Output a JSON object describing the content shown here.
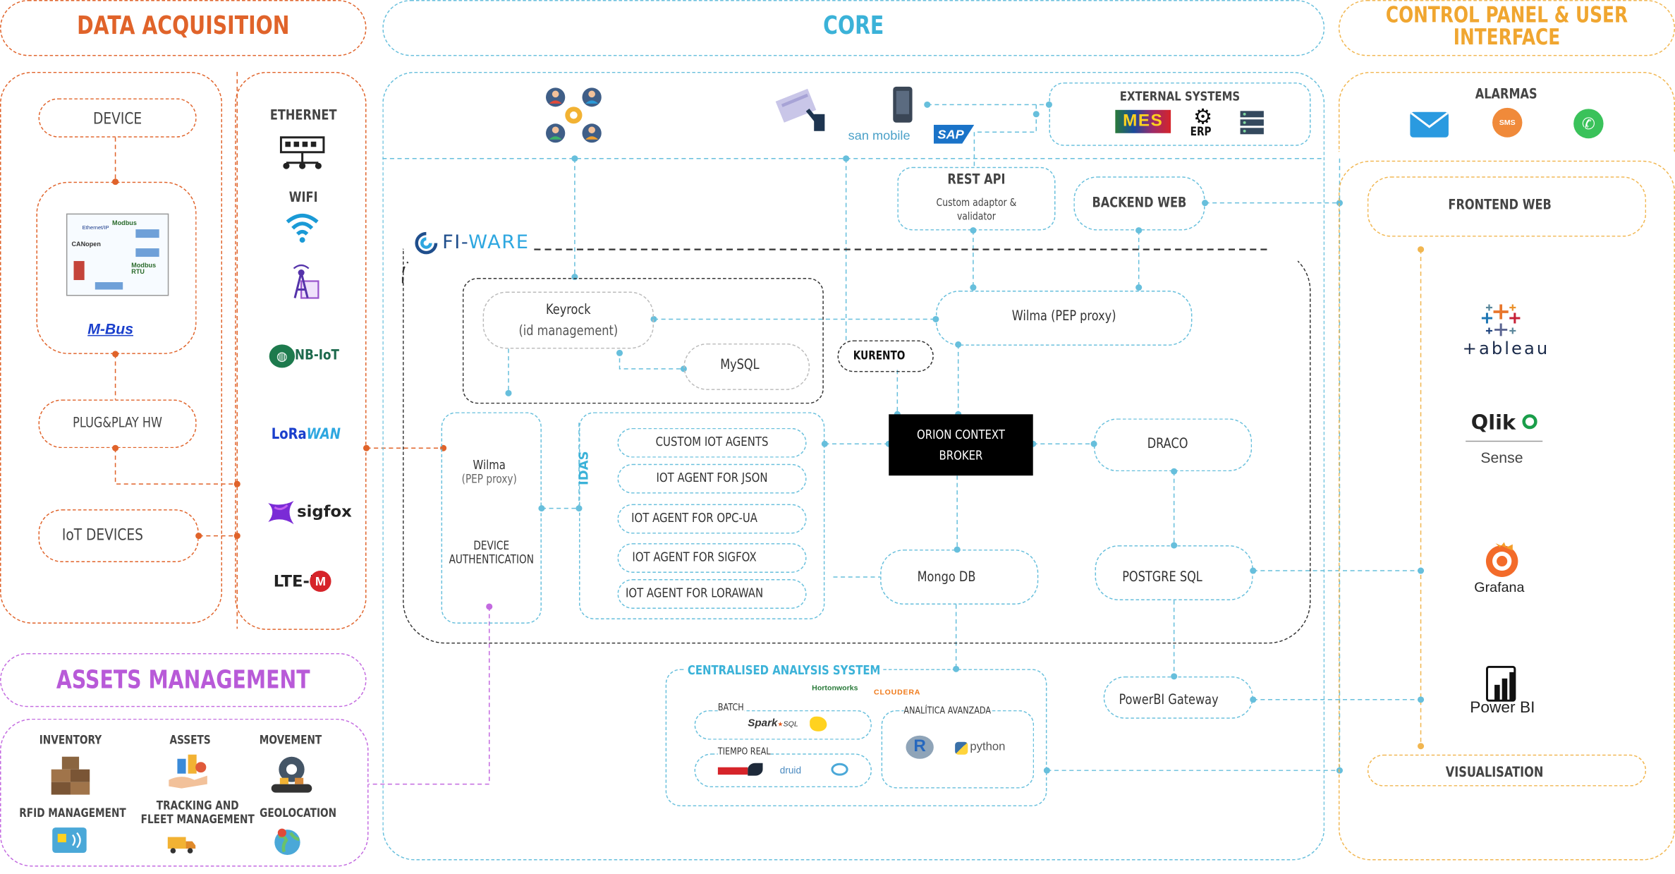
{
  "sections": {
    "data_acquisition": "DATA ACQUISITION",
    "core": "CORE",
    "control_panel": "CONTROL PANEL & USER INTERFACE",
    "assets_management": "ASSETS MANAGEMENT"
  },
  "acquisition": {
    "device": "DEVICE",
    "plug_play": "PLUG&PLAY HW",
    "iot_devices": "IoT DEVICES",
    "protocol_labels": [
      "Modbus",
      "Ethernet/IP",
      "CANopen",
      "Modbus RTU"
    ],
    "mbus": "M-Bus",
    "ethernet": "ETHERNET",
    "wifi": "WIFI",
    "nbiot": "NB-IoT",
    "lorawan_a": "LoRa",
    "lorawan_b": "WAN",
    "sigfox": "sigfox",
    "ltem": "LTE-M"
  },
  "core": {
    "external_systems": "EXTERNAL SYSTEMS",
    "mes": "MES",
    "erp": "ERP",
    "sanmobile": "san mobile",
    "sap": "SAP",
    "rest_api": "REST API",
    "custom_adaptor": "Custom adaptor &",
    "validator": "validator",
    "backend_web": "BACKEND WEB",
    "fiware_a": "FI-",
    "fiware_b": "WARE",
    "keyrock": "Keyrock",
    "id_mgmt": "(id management)",
    "mysql": "MySQL",
    "kurento": "KURENTO",
    "wilma_pep": "Wilma (PEP proxy)",
    "wilma": "Wilma",
    "pep_proxy": "(PEP proxy)",
    "device_auth_1": "DEVICE",
    "device_auth_2": "AUTHENTICATION",
    "idas": "IDAS",
    "agents": [
      "CUSTOM IOT AGENTS",
      "IOT AGENT FOR JSON",
      "IOT AGENT FOR OPC-UA",
      "IOT AGENT FOR SIGFOX",
      "IOT AGENT FOR LORAWAN"
    ],
    "orion_1": "ORION CONTEXT",
    "orion_2": "BROKER",
    "draco": "DRACO",
    "mongo": "Mongo DB",
    "postgre": "POSTGRE SQL",
    "powerbi_gw": "PowerBI Gateway",
    "analysis": "CENTRALISED ANALYSIS SYSTEM",
    "hortonworks": "Hortonworks",
    "cloudera": "CLOUDERA",
    "batch": "BATCH",
    "spark": "Spark",
    "sparksql": "SQL",
    "tiempo_real": "TIEMPO REAL",
    "druid": "druid",
    "analitica": "ANALÍTICA AVANZADA",
    "r": "R",
    "python": "python"
  },
  "ui": {
    "alarmas": "ALARMAS",
    "sms": "SMS",
    "frontend_web": "FRONTEND WEB",
    "tableau": "+ableau",
    "qlik": "Qlik",
    "sense": "Sense",
    "grafana": "Grafana",
    "powerbi": "Power BI",
    "visualisation": "VISUALISATION"
  },
  "assets": {
    "inventory": "INVENTORY",
    "assets": "ASSETS",
    "movement": "MOVEMENT",
    "rfid": "RFID MANAGEMENT",
    "tracking_1": "TRACKING AND",
    "tracking_2": "FLEET MANAGEMENT",
    "geolocation": "GEOLOCATION"
  },
  "colors": {
    "orange": "#e0632a",
    "cyan": "#67bfdc",
    "gold": "#f1b650",
    "purple": "#c36ae0",
    "black": "#000000"
  }
}
